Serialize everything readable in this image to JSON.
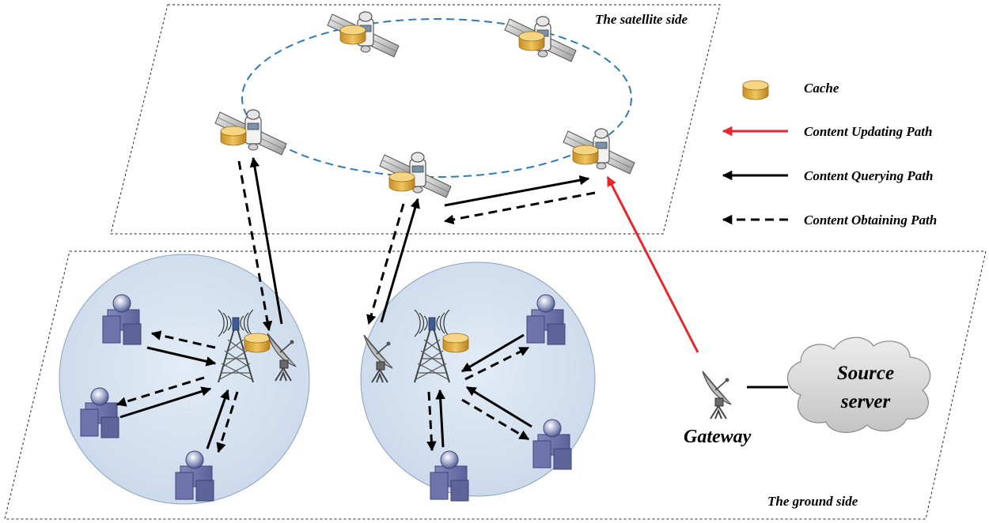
{
  "sides": {
    "satellite": "The satellite side",
    "ground": "The ground side"
  },
  "legend": {
    "cache": "Cache",
    "updating": "Content Updating Path",
    "querying": "Content Querying Path",
    "obtaining": "Content Obtaining Path"
  },
  "gateway": "Gateway",
  "server": {
    "line1": "Source",
    "line2": "server"
  },
  "colors": {
    "updating_path": "#e8262b",
    "querying_path": "#000000",
    "orbit": "#2e7bb8",
    "cell": "#d4e0ee",
    "cache": "#d9a93a",
    "cloud": "#d7d7d7"
  }
}
